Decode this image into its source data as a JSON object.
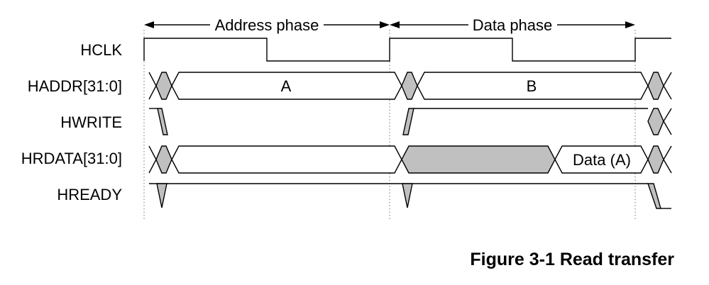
{
  "phases": {
    "address": "Address phase",
    "data": "Data phase"
  },
  "signals": {
    "hclk": "HCLK",
    "haddr": "HADDR[31:0]",
    "hwrite": "HWRITE",
    "hrdata": "HRDATA[31:0]",
    "hready": "HREADY"
  },
  "values": {
    "haddr_a": "A",
    "haddr_b": "B",
    "hrdata_a": "Data (A)"
  },
  "caption": "Figure 3-1 Read transfer",
  "colors": {
    "line": "#000000",
    "shade": "#c0c0c0",
    "guide": "#888888"
  }
}
